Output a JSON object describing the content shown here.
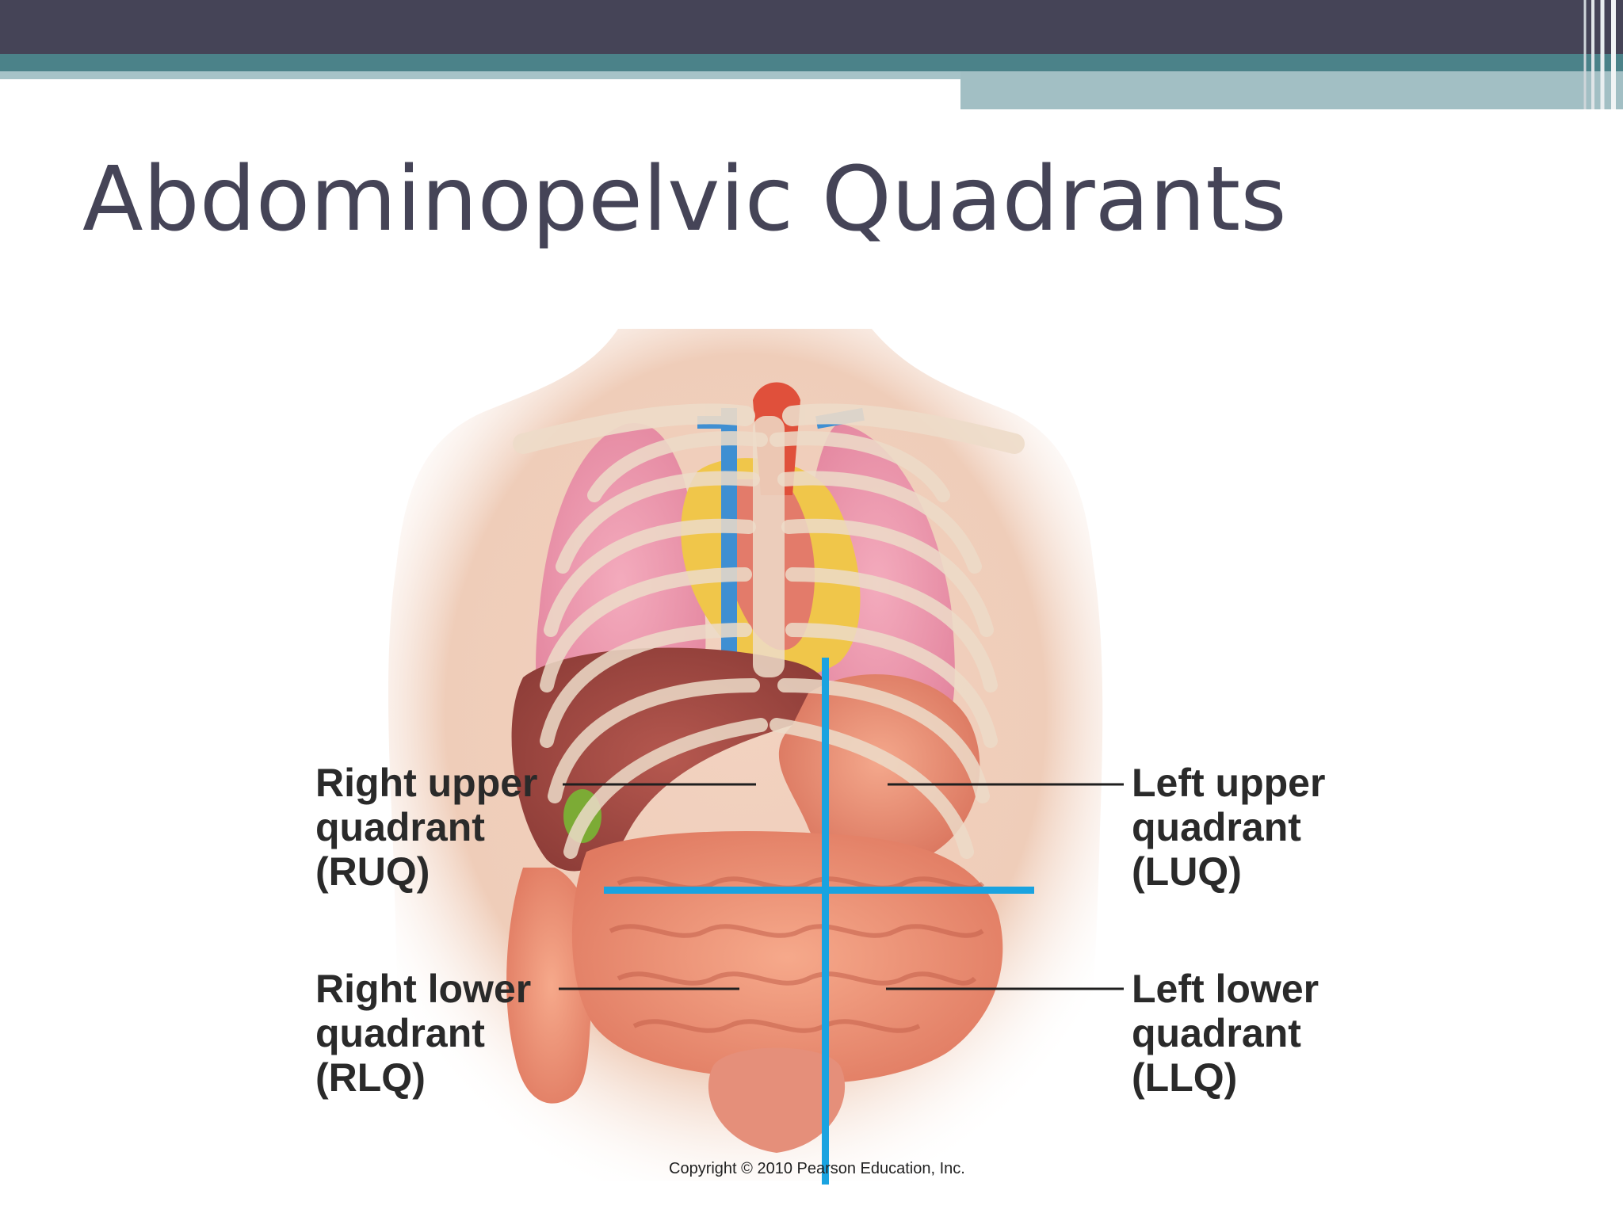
{
  "slide": {
    "title": "Abdominopelvic Quadrants",
    "colors": {
      "header_dark": "#454457",
      "header_teal": "#4b8289",
      "header_pale": "#a6c3c8",
      "quadrant_line": "#1aa3e0"
    }
  },
  "diagram": {
    "labels": {
      "ruq": {
        "line1": "Right upper",
        "line2": "quadrant",
        "line3": "(RUQ)"
      },
      "luq": {
        "line1": "Left upper",
        "line2": "quadrant",
        "line3": "(LUQ)"
      },
      "rlq": {
        "line1": "Right lower",
        "line2": "quadrant",
        "line3": "(RLQ)"
      },
      "llq": {
        "line1": "Left lower",
        "line2": "quadrant",
        "line3": "(LLQ)"
      }
    },
    "copyright": "Copyright © 2010 Pearson Education, Inc."
  }
}
